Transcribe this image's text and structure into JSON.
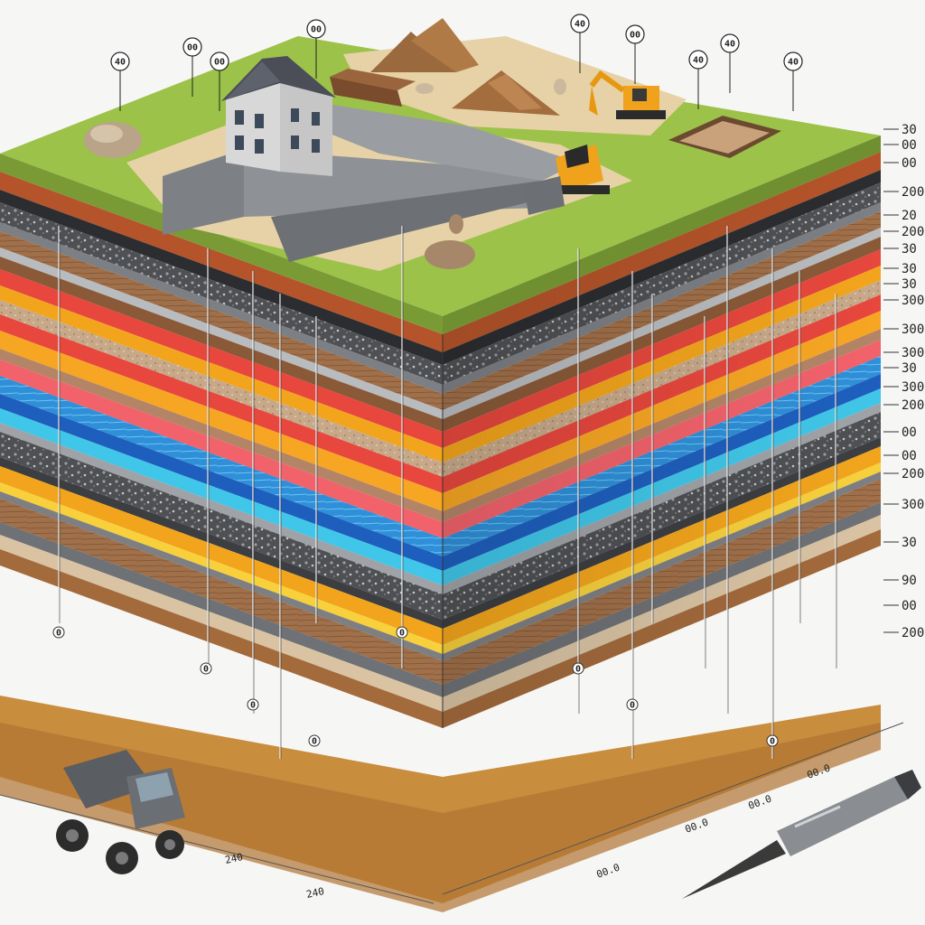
{
  "colors": {
    "grass": "#9cc24a",
    "topsoil": "#b5542a",
    "sand_surface": "#e6d2a6",
    "gravel": "#55575a",
    "background": "#f6f6f4"
  },
  "icons": [
    "house-icon",
    "excavator-icon",
    "bulldozer-icon",
    "dump-truck-icon",
    "pen-icon",
    "sand-pile-icon",
    "boulder-icon",
    "pit-icon"
  ],
  "top_markers": [
    {
      "text": "40"
    },
    {
      "text": "00"
    },
    {
      "text": "00"
    },
    {
      "text": "00"
    },
    {
      "text": "40"
    },
    {
      "text": "00"
    },
    {
      "text": "40"
    },
    {
      "text": "40"
    },
    {
      "text": "40"
    }
  ],
  "right_scale": [
    {
      "text": "30"
    },
    {
      "text": "00"
    },
    {
      "text": "00"
    },
    {
      "text": "200"
    },
    {
      "text": "20"
    },
    {
      "text": "200"
    },
    {
      "text": "30"
    },
    {
      "text": "30"
    },
    {
      "text": "30"
    },
    {
      "text": "300"
    },
    {
      "text": "300"
    },
    {
      "text": "300"
    },
    {
      "text": "30"
    },
    {
      "text": "300"
    },
    {
      "text": "200"
    },
    {
      "text": "00"
    },
    {
      "text": "00"
    },
    {
      "text": "200"
    },
    {
      "text": "300"
    },
    {
      "text": "30"
    },
    {
      "text": "90"
    },
    {
      "text": "00"
    },
    {
      "text": "200"
    }
  ],
  "bottom_scale": [
    {
      "text": "240"
    },
    {
      "text": "240"
    },
    {
      "text": "00.0"
    },
    {
      "text": "00.0"
    },
    {
      "text": "00.0"
    },
    {
      "text": "00.0"
    }
  ],
  "depth_markers": [
    {
      "text": "0"
    },
    {
      "text": "0"
    },
    {
      "text": "0"
    },
    {
      "text": "0"
    },
    {
      "text": "0"
    },
    {
      "text": "0"
    },
    {
      "text": "0"
    },
    {
      "text": "0"
    }
  ]
}
